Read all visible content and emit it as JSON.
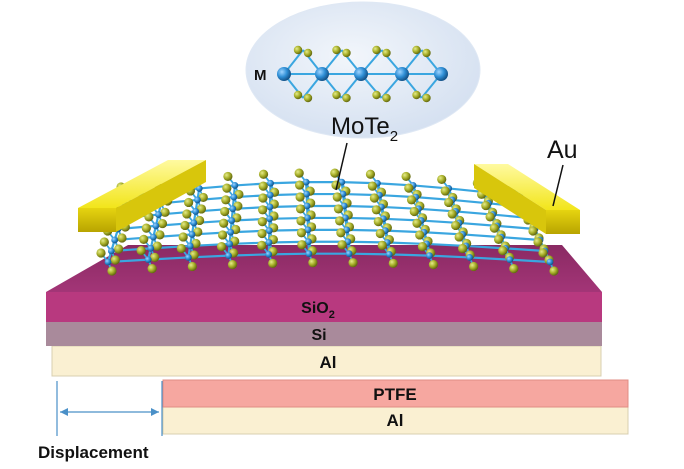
{
  "labels": {
    "metal_atom": "M",
    "material": "MoTe",
    "material_subscript": "2",
    "electrode": "Au",
    "oxide": "SiO",
    "oxide_subscript": "2",
    "substrate": "Si",
    "bottom_metal": "Al",
    "triboelectric": "PTFE",
    "lower_metal": "Al",
    "motion": "Displacement"
  },
  "colors": {
    "metal_atom": "#2f8fd6",
    "chalcogen_atom": "#a8b02a",
    "bond": "#3aa6e0",
    "gold": "#f2e51a",
    "sio2": "#b8397f",
    "si": "#a98a9b",
    "al": "#faf0d2",
    "ptfe": "#f6a7a0",
    "bubble": "#dfe8f4",
    "arrow": "#4a90c8"
  }
}
